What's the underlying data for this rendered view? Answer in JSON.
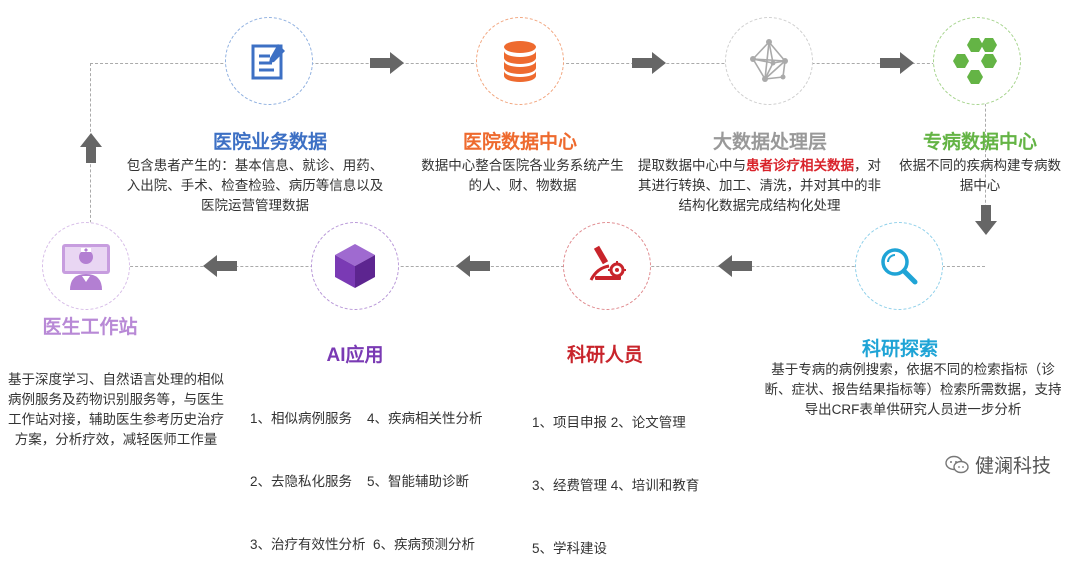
{
  "colors": {
    "blue": "#3d70c4",
    "orange": "#ee6a2e",
    "gray": "#999999",
    "green": "#64b445",
    "cyan": "#1fa4d6",
    "red": "#c8242b",
    "purple": "#7a3ab4",
    "violet": "#b889d6",
    "arrow": "#666666",
    "highlight_red": "#d9232b"
  },
  "nodes": {
    "hospital_data": {
      "title": "医院业务数据",
      "desc": "包含患者产生的：基本信息、就诊、用药、入出院、手术、检查检验、病历等信息以及医院运营管理数据",
      "icon": "document-edit-icon"
    },
    "data_center": {
      "title": "医院数据中心",
      "desc": "数据中心整合医院各业务系统产生的人、财、物数据",
      "icon": "database-icon"
    },
    "big_data": {
      "title": "大数据处理层",
      "desc_line1_pre": "提取数据中心中与",
      "desc_line1_highlight": "患者诊疗相关数据",
      "desc_line1_post": "，",
      "desc_rest": "对其进行转换、加工、清洗，并对其中的非结构化数据完成结构化处理",
      "icon": "network-icon"
    },
    "disease_center": {
      "title": "专病数据中心",
      "desc": "依据不同的疾病构建专病数据中心",
      "icon": "hexagon-cluster-icon"
    },
    "research_search": {
      "title": "科研探索",
      "desc": "基于专病的病例搜索，依据不同的检索指标（诊断、症状、报告结果指标等）检索所需数据，支持导出CRF表单供研究人员进一步分析",
      "icon": "magnifier-icon"
    },
    "researchers": {
      "title": "科研人员",
      "items": [
        "1、项目申报 2、论文管理",
        "3、经费管理 4、培训和教育",
        "5、学科建设"
      ],
      "icon": "microscope-icon"
    },
    "ai_app": {
      "title": "AI应用",
      "items": [
        "1、相似病例服务    4、疾病相关性分析",
        "2、去隐私化服务    5、智能辅助诊断",
        "3、治疗有效性分析  6、疾病预测分析"
      ],
      "icon": "cube-icon"
    },
    "doctor_station": {
      "title": "医生工作站",
      "desc": "基于深度学习、自然语言处理的相似病例服务及药物识别服务等，与医生工作站对接，辅助医生参考历史治疗方案，分析疗效，减轻医师工作量",
      "icon": "doctor-icon"
    }
  },
  "watermark": "健澜科技"
}
